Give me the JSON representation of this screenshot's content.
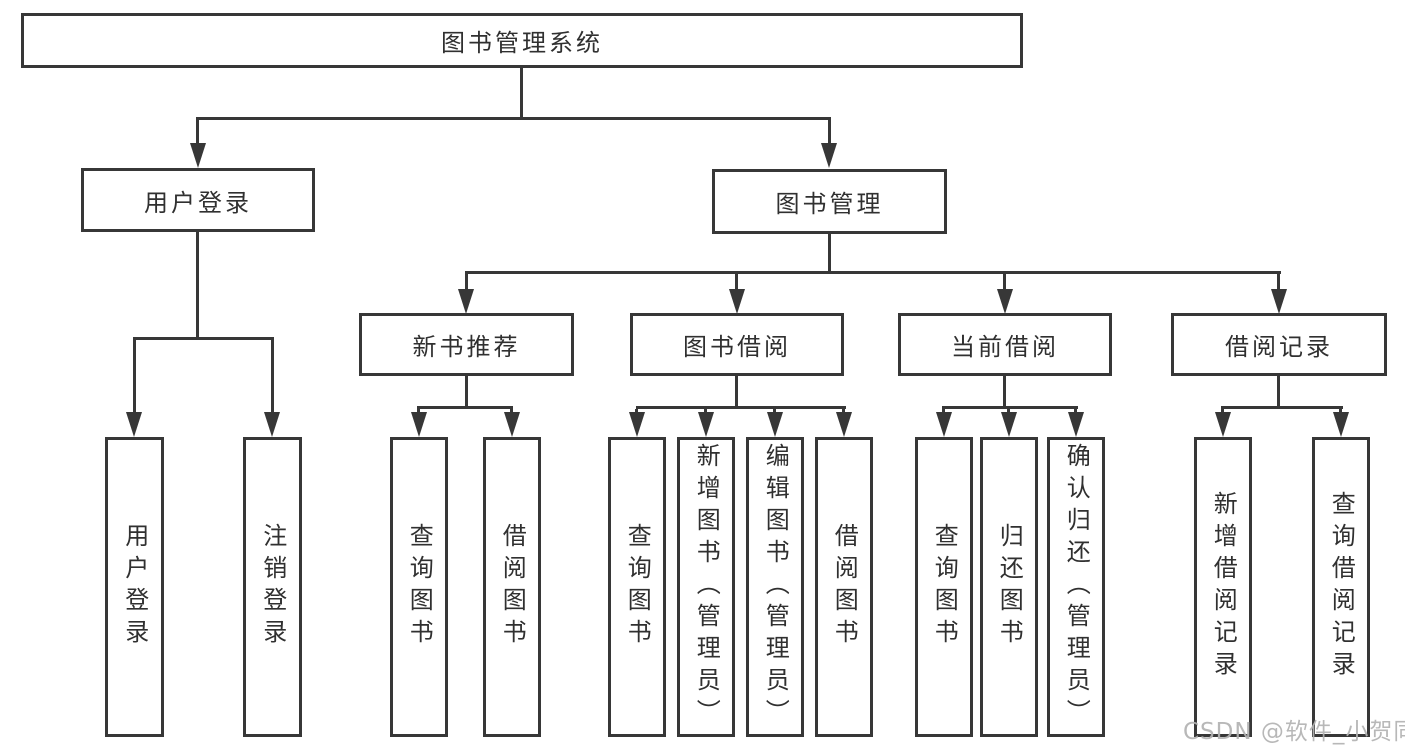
{
  "root_label": "图书管理系统",
  "level1": [
    "用户登录",
    "图书管理"
  ],
  "level2": [
    "新书推荐",
    "图书借阅",
    "当前借阅",
    "借阅记录"
  ],
  "leaves": {
    "user_login": [
      "用户登录",
      "注销登录"
    ],
    "new_book_recommend": [
      "查询图书",
      "借阅图书"
    ],
    "book_borrow": [
      "查询图书",
      "新增图书（管理员）",
      "编辑图书（管理员）",
      "借阅图书"
    ],
    "current_borrow": [
      "查询图书",
      "归还图书",
      "确认归还（管理员）"
    ],
    "borrow_record": [
      "新增借阅记录",
      "查询借阅记录"
    ]
  },
  "watermark": "CSDN @软件_小贺同学",
  "colors": {
    "line": "#373737",
    "text": "#303030",
    "background": "#ffffff",
    "watermark": "#b3b3b3"
  }
}
